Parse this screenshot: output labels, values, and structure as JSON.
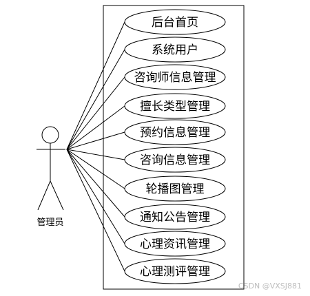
{
  "actor": {
    "label": "管理员"
  },
  "use_cases": [
    {
      "label": "后台首页"
    },
    {
      "label": "系统用户"
    },
    {
      "label": "咨询师信息管理"
    },
    {
      "label": "擅长类型管理"
    },
    {
      "label": "预约信息管理"
    },
    {
      "label": "咨询信息管理"
    },
    {
      "label": "轮播图管理"
    },
    {
      "label": "通知公告管理"
    },
    {
      "label": "心理资讯管理"
    },
    {
      "label": "心理测评管理"
    }
  ],
  "watermark": "CSDN @VXSJ881"
}
